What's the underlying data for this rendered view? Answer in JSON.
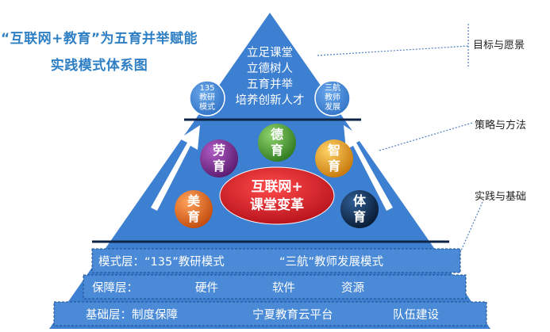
{
  "title": {
    "line1": "“互联网+教育”为五育并举赋能",
    "line2": "实践模式体系图"
  },
  "top": {
    "lines": [
      "立足课堂",
      "立德树人",
      "五育并举",
      "培养创新人才"
    ],
    "left_circle": [
      "135",
      "教研",
      "模式"
    ],
    "right_circle": [
      "三航",
      "教师",
      "发展"
    ]
  },
  "middle": {
    "hub": [
      "互联网+",
      "课堂变革"
    ],
    "balls": {
      "lao": "劳育",
      "de": "德育",
      "zhi": "智育",
      "mei": "美育",
      "ti": "体育"
    }
  },
  "bands": {
    "mode": {
      "left": "模式层：“135”教研模式",
      "right": "“三航”教师发展模式"
    },
    "guarantee": {
      "label": "保障层：",
      "items": [
        "硬件",
        "软件",
        "资源"
      ]
    },
    "base": {
      "label": "基础层：制度保障",
      "items": [
        "宁夏教育云平台",
        "队伍建设"
      ]
    }
  },
  "side_labels": {
    "goal": "目标与愿景",
    "strategy": "策略与方法",
    "practice": "实践与基础"
  },
  "colors": {
    "pyramid_blue": "#3d7fd0",
    "title_blue": "#2f7fc4",
    "lao": "#7b2d8e",
    "de": "#4fa23a",
    "zhi": "#e8a11d",
    "mei": "#e76f20",
    "ti": "#0f2b4f",
    "hub": "#d6202b"
  }
}
